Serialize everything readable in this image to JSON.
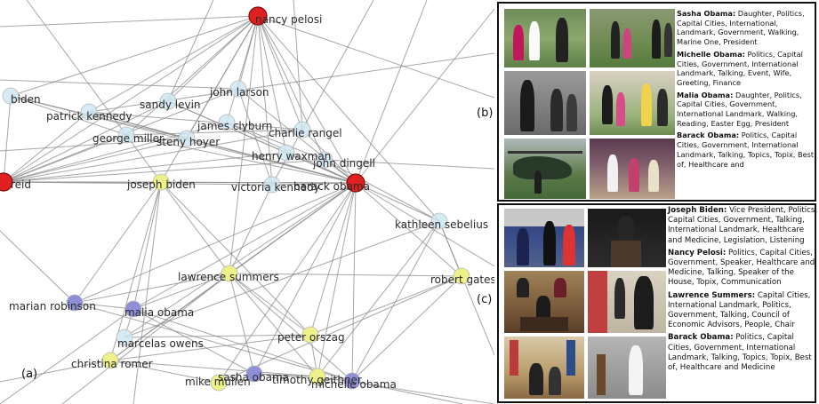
{
  "panel_labels": {
    "a": "(a)",
    "b": "(b)",
    "c": "(c)"
  },
  "graph": {
    "nodes": [
      {
        "id": "nancy-pelosi",
        "label": "nancy pelosi",
        "group": "red"
      },
      {
        "id": "biden-top",
        "label": "biden",
        "group": "lightblue"
      },
      {
        "id": "patrick-kennedy",
        "label": "patrick kennedy",
        "group": "lightblue"
      },
      {
        "id": "sandy-levin",
        "label": "sandy levin",
        "group": "lightblue"
      },
      {
        "id": "john-larson",
        "label": "john larson",
        "group": "lightblue"
      },
      {
        "id": "george-miller",
        "label": "george miller",
        "group": "lightblue"
      },
      {
        "id": "james-clyburn",
        "label": "james clyburn",
        "group": "lightblue"
      },
      {
        "id": "steny-hoyer",
        "label": "steny hoyer",
        "group": "lightblue"
      },
      {
        "id": "charlie-rangel",
        "label": "charlie rangel",
        "group": "lightblue"
      },
      {
        "id": "henry-waxman",
        "label": "henry waxman",
        "group": "lightblue"
      },
      {
        "id": "john-dingell",
        "label": "john dingell",
        "group": "lightblue"
      },
      {
        "id": "reid",
        "label": "reid",
        "group": "red"
      },
      {
        "id": "joseph-biden",
        "label": "joseph biden",
        "group": "yellow"
      },
      {
        "id": "victoria-kennedy",
        "label": "victoria kennedy",
        "group": "lightblue"
      },
      {
        "id": "barack-obama",
        "label": "barack obama",
        "group": "red"
      },
      {
        "id": "kathleen-sebelius",
        "label": "kathleen sebelius",
        "group": "lightblue"
      },
      {
        "id": "lawrence-summers",
        "label": "lawrence summers",
        "group": "yellow"
      },
      {
        "id": "robert-gates",
        "label": "robert gates",
        "group": "yellow"
      },
      {
        "id": "marian-robinson",
        "label": "marian robinson",
        "group": "purple"
      },
      {
        "id": "malia-obama",
        "label": "malia obama",
        "group": "purple"
      },
      {
        "id": "marcelas-owens",
        "label": "marcelas owens",
        "group": "lightblue"
      },
      {
        "id": "peter-orszag",
        "label": "peter orszag",
        "group": "yellow"
      },
      {
        "id": "christina-romer",
        "label": "christina romer",
        "group": "yellow"
      },
      {
        "id": "michelle-obama",
        "label": "michelle obama",
        "group": "purple"
      },
      {
        "id": "sasha-obama",
        "label": "sasha obama",
        "group": "purple"
      },
      {
        "id": "mike-mullen",
        "label": "mike mullen",
        "group": "yellow"
      },
      {
        "id": "timothy-geithner",
        "label": "timothy geithner",
        "group": "yellow"
      }
    ]
  },
  "panel_b": {
    "captions": [
      {
        "name": "Sasha Obama:",
        "tags": " Daughter, Politics, Capital Cities, International, Landmark, Government, Walking, Marine One,  President"
      },
      {
        "name": "Michelle Obama:",
        "tags": " Politics, Capital Cities, Government, International Landmark, Talking, Event, Wife, Greeting, Finance"
      },
      {
        "name": "Malia Obama:",
        "tags": "  Daughter, Politics, Capital Cities, Government, International Landmark, Walking, Reading, Easter Egg, President"
      },
      {
        "name": "Barack Obama:",
        "tags": " Politics, Capital Cities, Government, International Landmark, Talking, Topics, Topix,  Best of, Healthcare and"
      }
    ]
  },
  "panel_c": {
    "captions": [
      {
        "name": "Joseph Biden:",
        "tags": " Vice President, Politics, Capital Cities, Government, Talking, International Landmark, Healthcare and Medicine, Legislation, Listening"
      },
      {
        "name": "Nancy Pelosi:",
        "tags": " Politics, Capital Cities, Government, Speaker, Healthcare and Medicine, Talking, Speaker of the House, Topix, Communication"
      },
      {
        "name": "Lawrence Summers:",
        "tags": " Capital Cities, International Landmark, Politics, Government, Talking, Council of Economic Advisors, People, Chair"
      },
      {
        "name": "Barack Obama:",
        "tags": " Politics, Capital Cities, Government, International Landmark, Talking, Topics, Topix,  Best of, Healthcare and Medicine"
      }
    ]
  },
  "colors": {
    "red": "#e02020",
    "yellow": "#eef08a",
    "lightblue": "#cfe8f2",
    "purple": "#8f8fd8",
    "edge": "#8a8a8a"
  }
}
